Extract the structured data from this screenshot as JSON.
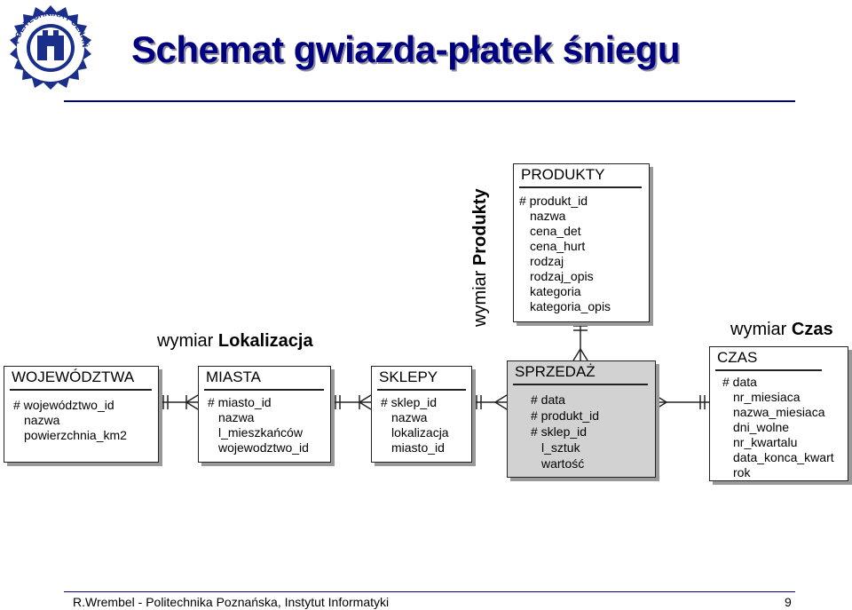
{
  "slide": {
    "title": "Schemat gwiazda-płatek śniegu",
    "footer": "R.Wrembel - Politechnika Poznańska, Instytut Informatyki",
    "page_number": "9"
  },
  "logo": {
    "ring_text": "POLITECHNIKA POZNAŃSKA"
  },
  "dimension_labels": {
    "lokalizacja": {
      "prefix": "wymiar ",
      "name": "Lokalizacja"
    },
    "produkty": {
      "prefix": "wymiar ",
      "name": "Produkty"
    },
    "czas": {
      "prefix": "wymiar ",
      "name": "Czas"
    }
  },
  "entities": {
    "wojewodztwa": {
      "name": "WOJEWÓDZTWA",
      "attributes": [
        "# województwo_id",
        "nazwa",
        "powierzchnia_km2"
      ]
    },
    "miasta": {
      "name": "MIASTA",
      "attributes": [
        "# miasto_id",
        "nazwa",
        "l_mieszkańców",
        "wojewodztwo_id"
      ]
    },
    "sklepy": {
      "name": "SKLEPY",
      "attributes": [
        "# sklep_id",
        "nazwa",
        "lokalizacja",
        "miasto_id"
      ]
    },
    "sprzedaz": {
      "name": "SPRZEDAŻ",
      "attributes": [
        "# data",
        "# produkt_id",
        "# sklep_id",
        "l_sztuk",
        "wartość"
      ]
    },
    "produkty": {
      "name": "PRODUKTY",
      "attributes": [
        "# produkt_id",
        "nazwa",
        "cena_det",
        "cena_hurt",
        "rodzaj",
        "rodzaj_opis",
        "kategoria",
        "kategoria_opis"
      ]
    },
    "czas": {
      "name": "CZAS",
      "attributes": [
        "# data",
        "nr_miesiaca",
        "nazwa_miesiaca",
        "dni_wolne",
        "nr_kwartalu",
        "data_konca_kwart",
        "rok"
      ]
    }
  }
}
